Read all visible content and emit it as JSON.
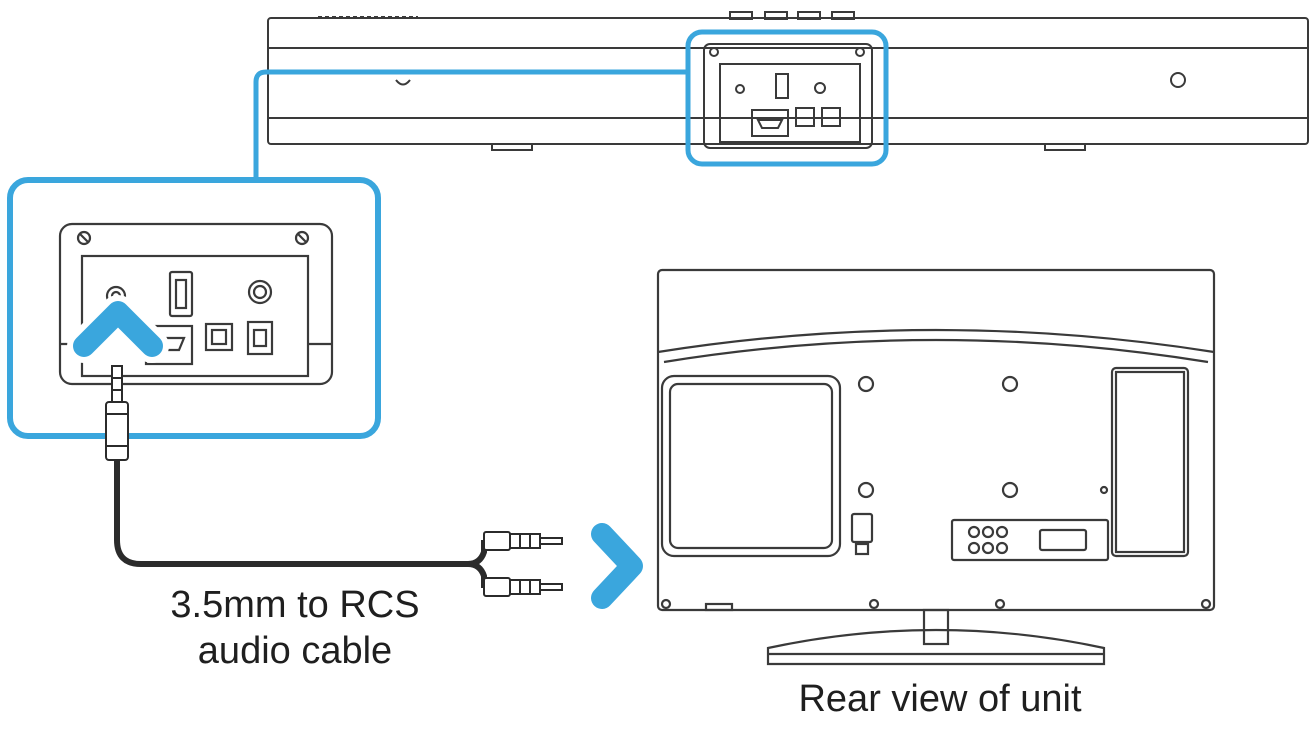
{
  "labels": {
    "cable_line1": "3.5mm to RCS",
    "cable_line2": "audio cable",
    "rear_view": "Rear view of unit"
  },
  "colors": {
    "accent": "#3aa6dd",
    "line": "#3a3a3a",
    "cable": "#2b2b2b"
  },
  "icons": {
    "up_chevron": "chevron-up-icon",
    "right_chevron": "chevron-right-icon",
    "usb_port": "usb-port-icon",
    "hdmi_port": "hdmi-port-icon",
    "optical_port": "optical-port-icon",
    "aux_port": "aux-jack-icon"
  }
}
